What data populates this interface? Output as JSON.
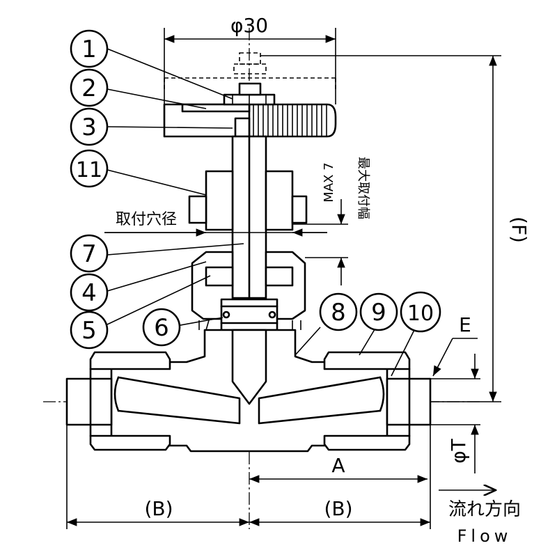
{
  "drawing": {
    "dim_phi30": "φ30",
    "dim_max7": "MAX 7",
    "dim_max_width_jp": "最大取付幅",
    "dim_hole_dia_jp": "取付穴径",
    "dim_F": "(F)",
    "dim_A": "A",
    "dim_B_left": "(B)",
    "dim_B_right": "(B)",
    "dim_phiT": "φT",
    "label_E": "E",
    "flow_jp": "流れ方向",
    "flow_en": "Flow"
  },
  "balloons": {
    "b1": "1",
    "b2": "2",
    "b3": "3",
    "b11": "11",
    "b7": "7",
    "b4": "4",
    "b5": "5",
    "b6": "6",
    "b8": "8",
    "b9": "9",
    "b10": "10"
  }
}
